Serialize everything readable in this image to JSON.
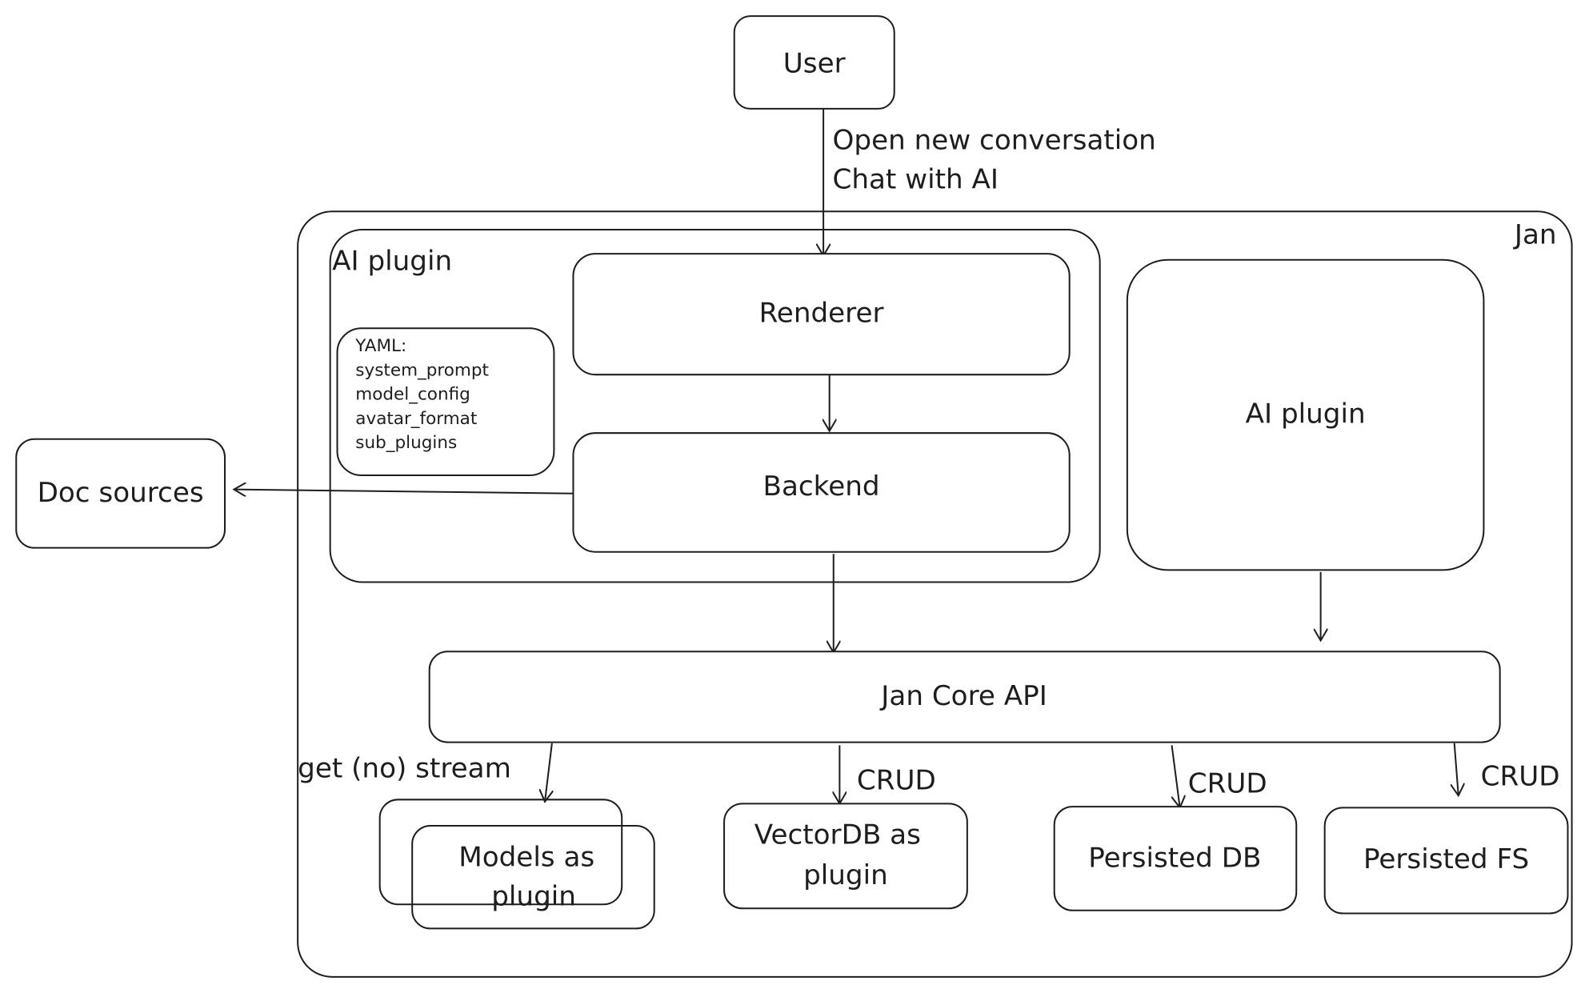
{
  "nodes": {
    "user": "User",
    "jan": "Jan",
    "ai_plugin_group": "AI plugin",
    "renderer": "Renderer",
    "backend": "Backend",
    "yaml": [
      "YAML:",
      "system_prompt",
      "model_config",
      "avatar_format",
      "sub_plugins"
    ],
    "doc_sources": "Doc sources",
    "ai_plugin_right": "AI plugin",
    "core_api": "Jan Core API",
    "models": [
      "Models as",
      "plugin"
    ],
    "vectordb": [
      "VectorDB as",
      "plugin"
    ],
    "persisted_db": "Persisted DB",
    "persisted_fs": "Persisted FS"
  },
  "edges": {
    "user_to_renderer": [
      "Open new conversation",
      "Chat with AI"
    ],
    "core_to_models": "get (no) stream",
    "core_to_vectordb": "CRUD",
    "core_to_db": "CRUD",
    "core_to_fs": "CRUD"
  },
  "colors": {
    "stroke": "#1e1e1e",
    "background": "#ffffff"
  }
}
